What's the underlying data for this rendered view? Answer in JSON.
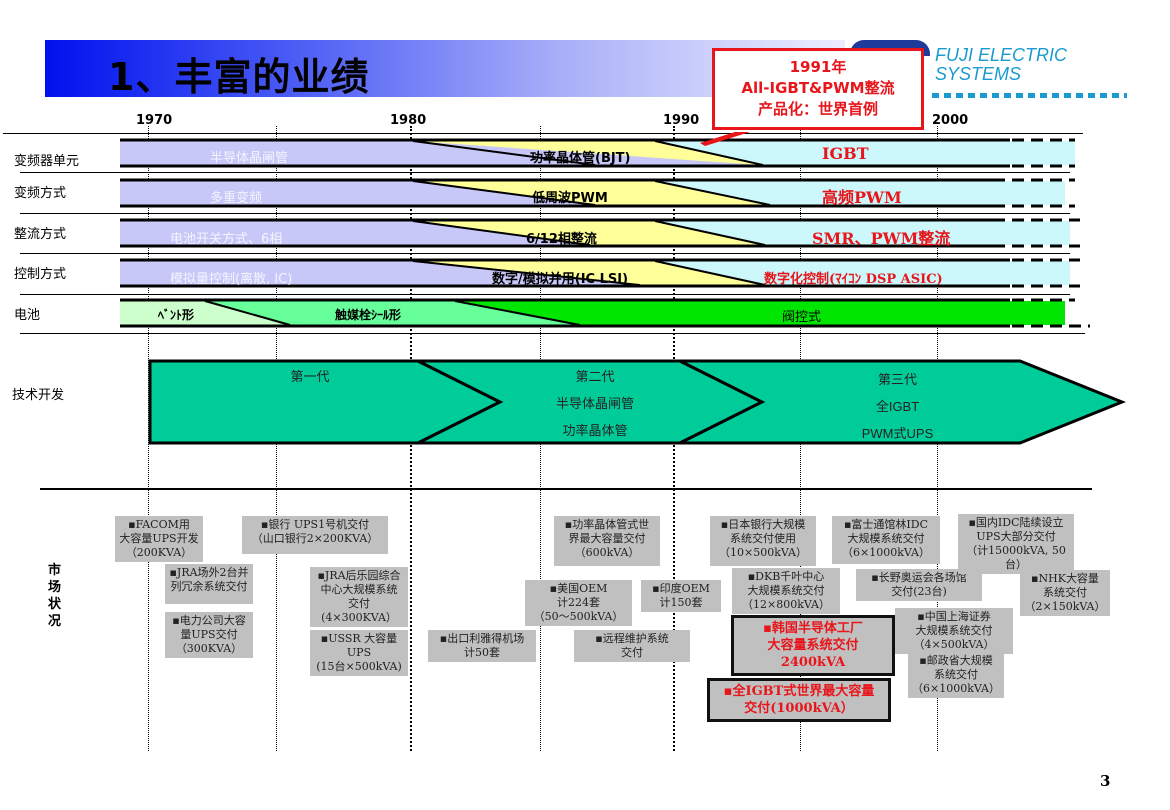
{
  "header": {
    "title": "1、丰富的业绩",
    "logo_line1": "FUJI ELECTRIC",
    "logo_line2": "SYSTEMS",
    "brand_color": "#1a9bd0"
  },
  "callout": {
    "line1": "1991年",
    "line2": "All-IGBT&PWM整流",
    "line3": "产品化：世界首例",
    "color": "#e8151b"
  },
  "timeline": {
    "years": [
      "1970",
      "1980",
      "1990",
      "2000"
    ]
  },
  "rows": [
    {
      "label": "变频器单元",
      "phases": [
        "半导体晶闸管",
        "功率晶体管(BJT)",
        "IGBT"
      ]
    },
    {
      "label": "变频方式",
      "phases": [
        "多重变频",
        "低周波PWM",
        "高频PWM"
      ]
    },
    {
      "label": "整流方式",
      "phases": [
        "电池开关方式、6相",
        "6/12相整流",
        "SMR、PWM整流"
      ]
    },
    {
      "label": "控制方式",
      "phases": [
        "模拟量控制(离散, IC)",
        "数字/模拟并用(IC LSI)",
        "数字化控制(ﾏｲｺﾝ DSP ASIC)"
      ]
    },
    {
      "label": "电池",
      "phases": [
        "ﾍﾞﾝﾄ形",
        "触媒栓ｼｰﾙ形",
        "阀控式"
      ]
    }
  ],
  "tech": {
    "label": "技术开发",
    "generations": [
      {
        "lines": [
          "第一代"
        ]
      },
      {
        "lines": [
          "第二代",
          "半导体晶闸管",
          "功率晶体管"
        ]
      },
      {
        "lines": [
          "第三代",
          "全IGBT",
          "PWM式UPS"
        ]
      }
    ]
  },
  "market": {
    "label": "市场状况",
    "items": [
      {
        "lines": [
          "▪FACOM用",
          "大容量UPS开发",
          "（200KVA）"
        ]
      },
      {
        "lines": [
          "▪银行 UPS1号机交付",
          "（山口银行2×200KVA）"
        ]
      },
      {
        "lines": [
          "▪JRA场外2台并",
          "列冗余系统交付"
        ]
      },
      {
        "lines": [
          "▪电力公司大容",
          "量UPS交付",
          "（300KVA）"
        ]
      },
      {
        "lines": [
          "▪JRA后乐园综合",
          "中心大规模系统",
          "交付(4×300KVA）"
        ]
      },
      {
        "lines": [
          "▪USSR 大容量UPS",
          "(15台×500kVA)"
        ]
      },
      {
        "lines": [
          "▪出口利雅得机场",
          "计50套"
        ]
      },
      {
        "lines": [
          "▪功率晶体管式世",
          "界最大容量交付",
          "（600kVA）"
        ]
      },
      {
        "lines": [
          "▪美国OEM",
          "计224套",
          "（50～500kVA）"
        ]
      },
      {
        "lines": [
          "▪远程维护系统",
          "交付"
        ]
      },
      {
        "lines": [
          "▪印度OEM",
          "计150套"
        ]
      },
      {
        "lines": [
          "▪日本银行大规模",
          "系统交付使用",
          "（10×500kVA）"
        ]
      },
      {
        "lines": [
          "▪DKB千叶中心",
          "大规模系统交付",
          "（12×800kVA）"
        ]
      },
      {
        "lines": [
          "▪韩国半导体工厂",
          "大容量系统交付",
          "2400kVA"
        ],
        "highlight": true
      },
      {
        "lines": [
          "▪全IGBT式世界最大容量",
          "交付(1000kVA）"
        ],
        "highlight": true
      },
      {
        "lines": [
          "▪富士通馆林IDC",
          "大规模系统交付",
          "（6×1000kVA）"
        ]
      },
      {
        "lines": [
          "▪长野奥运会各场馆",
          "交付(23台)"
        ]
      },
      {
        "lines": [
          "▪中国上海证券",
          "大规模系统交付",
          "（4×500kVA）"
        ]
      },
      {
        "lines": [
          "▪邮政省大规模",
          "系统交付",
          "（6×1000kVA）"
        ]
      },
      {
        "lines": [
          "▪国内IDC陆续设立",
          "UPS大部分交付",
          "（计15000kVA, 50台）"
        ]
      },
      {
        "lines": [
          "▪NHK大容量",
          "系统交付",
          "（2×150kVA）"
        ]
      }
    ]
  },
  "page_number": "3"
}
